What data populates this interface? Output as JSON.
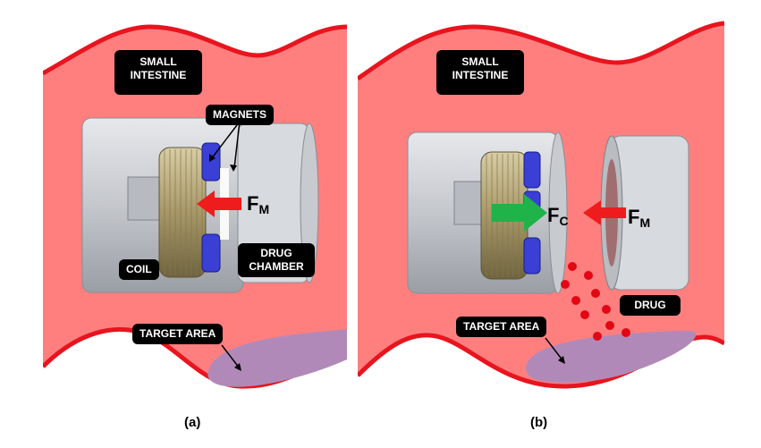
{
  "panels": [
    {
      "id": "a",
      "caption": "(a)",
      "labels": {
        "intestine": "SMALL\nINTESTINE",
        "magnets": "MAGNETS",
        "coil": "COIL",
        "drug_chamber": "DRUG\nCHAMBER",
        "target_area": "TARGET AREA"
      },
      "forces": {
        "magnetic_main": "F",
        "magnetic_sub": "M"
      }
    },
    {
      "id": "b",
      "caption": "(b)",
      "labels": {
        "intestine": "SMALL\nINTESTINE",
        "target_area": "TARGET AREA",
        "drug": "DRUG"
      },
      "forces": {
        "coil_main": "F",
        "coil_sub": "C",
        "magnetic_main": "F",
        "magnetic_sub": "M"
      }
    }
  ],
  "colors": {
    "intestine": "#ff7f7f",
    "intestine_wall": "#e8141e",
    "capsule": "#c9ccd1",
    "coil": "#b8a878",
    "magnets": "#3a3fd6",
    "target": "#b189b8",
    "arrow_magnetic": "#ee1c1c",
    "arrow_coil": "#1fb34a",
    "drug": "#e30613"
  }
}
